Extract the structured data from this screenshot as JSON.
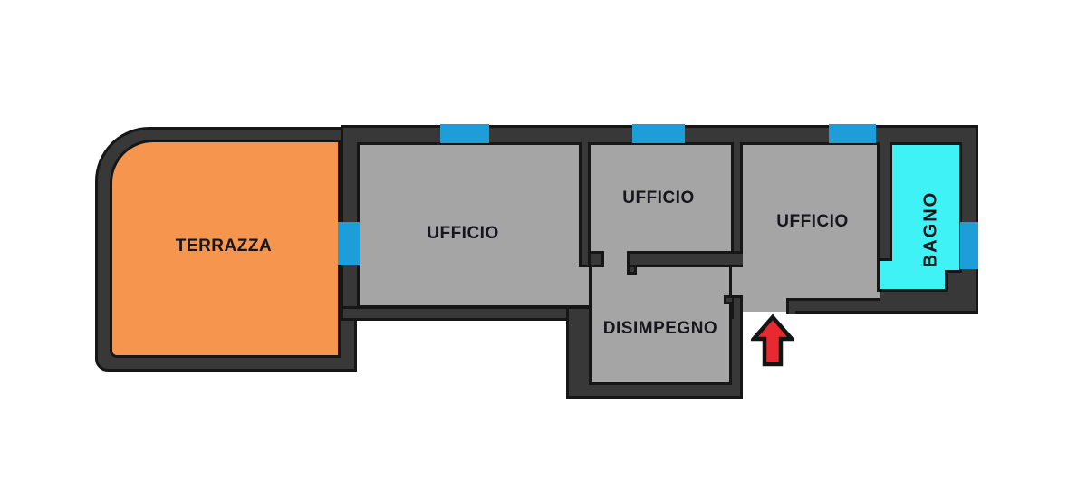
{
  "floorplan": {
    "rooms": [
      {
        "id": "terrazza",
        "label": "TERRAZZA",
        "fill": "#f6954e"
      },
      {
        "id": "ufficio-left",
        "label": "UFFICIO",
        "fill": "#a5a5a5"
      },
      {
        "id": "ufficio-middle",
        "label": "UFFICIO",
        "fill": "#a5a5a5"
      },
      {
        "id": "ufficio-right",
        "label": "UFFICIO",
        "fill": "#a5a5a5"
      },
      {
        "id": "disimpegno",
        "label": "DISIMPEGNO",
        "fill": "#a5a5a5"
      },
      {
        "id": "bagno",
        "label": "BAGNO",
        "fill": "#3ef2f5"
      }
    ],
    "windows": [
      {
        "id": "window-top-ufficio-left",
        "location": "top wall"
      },
      {
        "id": "window-top-ufficio-middle",
        "location": "top wall"
      },
      {
        "id": "window-top-ufficio-right",
        "location": "top wall"
      },
      {
        "id": "window-terrazza-wall",
        "location": "terrazza-ufficio wall"
      },
      {
        "id": "window-bagno-right",
        "location": "right wall"
      }
    ],
    "entrance": {
      "marker": "up-arrow"
    },
    "colors": {
      "wall": "#383838",
      "wall_outline": "#161616",
      "floor_gray": "#a5a5a5",
      "terrace_orange": "#f6954e",
      "bath_cyan": "#3ef2f5",
      "window_blue": "#1d9ed9",
      "arrow_red": "#e82a30",
      "label_text": "#16161c",
      "background": "#ffffff"
    }
  }
}
